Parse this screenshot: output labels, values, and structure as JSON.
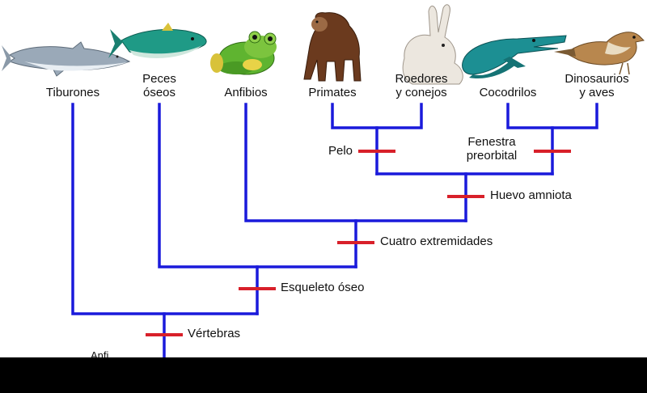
{
  "taxa": [
    {
      "id": "tiburones",
      "label": "Tiburones",
      "icon": "shark-icon"
    },
    {
      "id": "peces",
      "label": "Peces\nóseos",
      "icon": "tuna-fish-icon"
    },
    {
      "id": "anfibios",
      "label": "Anfibios",
      "icon": "frog-icon"
    },
    {
      "id": "primates",
      "label": "Primates",
      "icon": "chimpanzee-icon"
    },
    {
      "id": "roedores",
      "label": "Roedores\ny conejos",
      "icon": "rabbit-icon"
    },
    {
      "id": "cocodrilos",
      "label": "Cocodrilos",
      "icon": "crocodile-icon"
    },
    {
      "id": "dinosaurios",
      "label": "Dinosaurios\ny aves",
      "icon": "sparrow-icon"
    }
  ],
  "characters": [
    {
      "id": "vertebras",
      "label": "Vértebras"
    },
    {
      "id": "esqueleto",
      "label": "Esqueleto óseo"
    },
    {
      "id": "extremidades",
      "label": "Cuatro extremidades"
    },
    {
      "id": "amniota",
      "label": "Huevo amniota"
    },
    {
      "id": "pelo",
      "label": "Pelo"
    },
    {
      "id": "fenestra",
      "label": "Fenestra\npreorbital"
    }
  ],
  "cut_caption": "Anfi",
  "colors": {
    "branch": "#1a1adb",
    "marker": "#d8202a",
    "background": "#ffffff",
    "bottom_bar": "#000000"
  }
}
